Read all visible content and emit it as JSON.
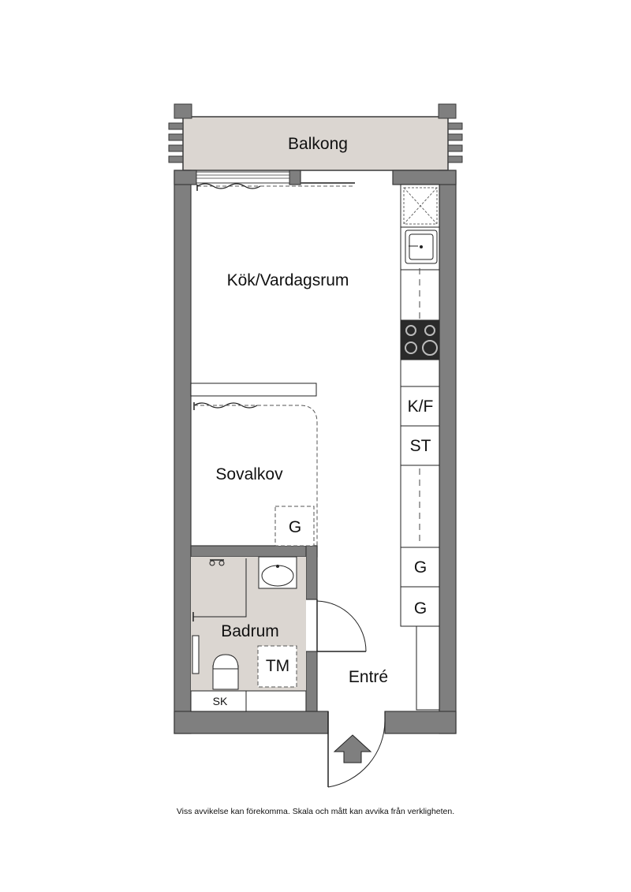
{
  "rooms": {
    "balcony": "Balkong",
    "kitchen_living": "Kök/Vardagsrum",
    "sleeping_alcove": "Sovalkov",
    "bathroom": "Badrum",
    "entrance": "Entré"
  },
  "fixtures": {
    "fridge_freezer": "K/F",
    "storage": "ST",
    "wardrobe": "G",
    "washing_machine": "TM",
    "cleaning_cabinet": "SK"
  },
  "disclaimer": "Viss avvikelse kan förekomma. Skala och mått kan avvika från verkligheten.",
  "colors": {
    "wall": "#7f7f7f",
    "wall_outline": "#3a3a3a",
    "balcony_fill": "#dbd6d1",
    "bathroom_fill": "#dbd6d1",
    "stove": "#2a2a2a",
    "line": "#222222"
  }
}
